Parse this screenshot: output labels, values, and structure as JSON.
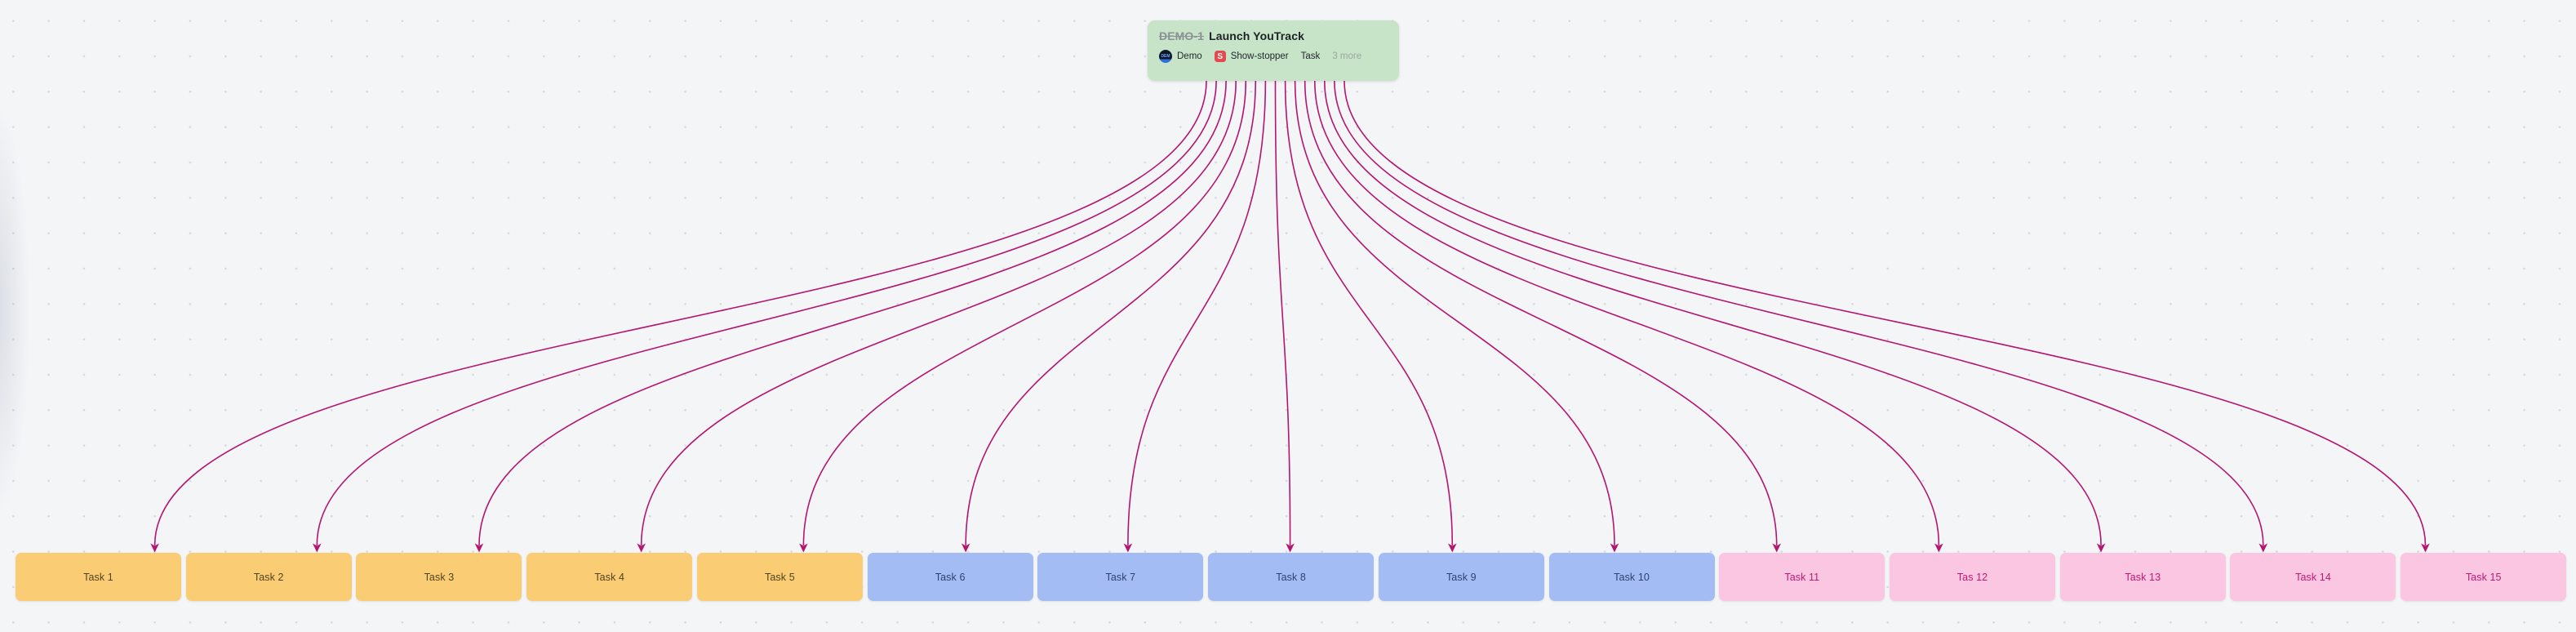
{
  "root_card": {
    "issue_id": "DEMO-1",
    "title": "Launch YouTrack",
    "avatar_text": "DEM",
    "project_label": "Demo",
    "priority_badge": "S",
    "priority_label": "Show-stopper",
    "type_label": "Task",
    "more_label": "3 more",
    "bg_color": "#C7E4C9"
  },
  "tasks": [
    {
      "label": "Task 1",
      "group": "amber"
    },
    {
      "label": "Task 2",
      "group": "amber"
    },
    {
      "label": "Task 3",
      "group": "amber"
    },
    {
      "label": "Task 4",
      "group": "amber"
    },
    {
      "label": "Task 5",
      "group": "amber"
    },
    {
      "label": "Task 6",
      "group": "blue"
    },
    {
      "label": "Task 7",
      "group": "blue"
    },
    {
      "label": "Task 8",
      "group": "blue"
    },
    {
      "label": "Task 9",
      "group": "blue"
    },
    {
      "label": "Task 10",
      "group": "blue"
    },
    {
      "label": "Task 11",
      "group": "pink"
    },
    {
      "label": "Tas 12",
      "group": "pink"
    },
    {
      "label": "Task 13",
      "group": "pink"
    },
    {
      "label": "Task 14",
      "group": "pink"
    },
    {
      "label": "Task 15",
      "group": "pink"
    }
  ],
  "groups": {
    "amber": {
      "bg": "#FACD74",
      "text": "#4E4320"
    },
    "blue": {
      "bg": "#A4BCF4",
      "text": "#2E4270"
    },
    "pink": {
      "bg": "#FAC6E2",
      "text": "#C01875"
    }
  },
  "edge_color": "#B41571"
}
